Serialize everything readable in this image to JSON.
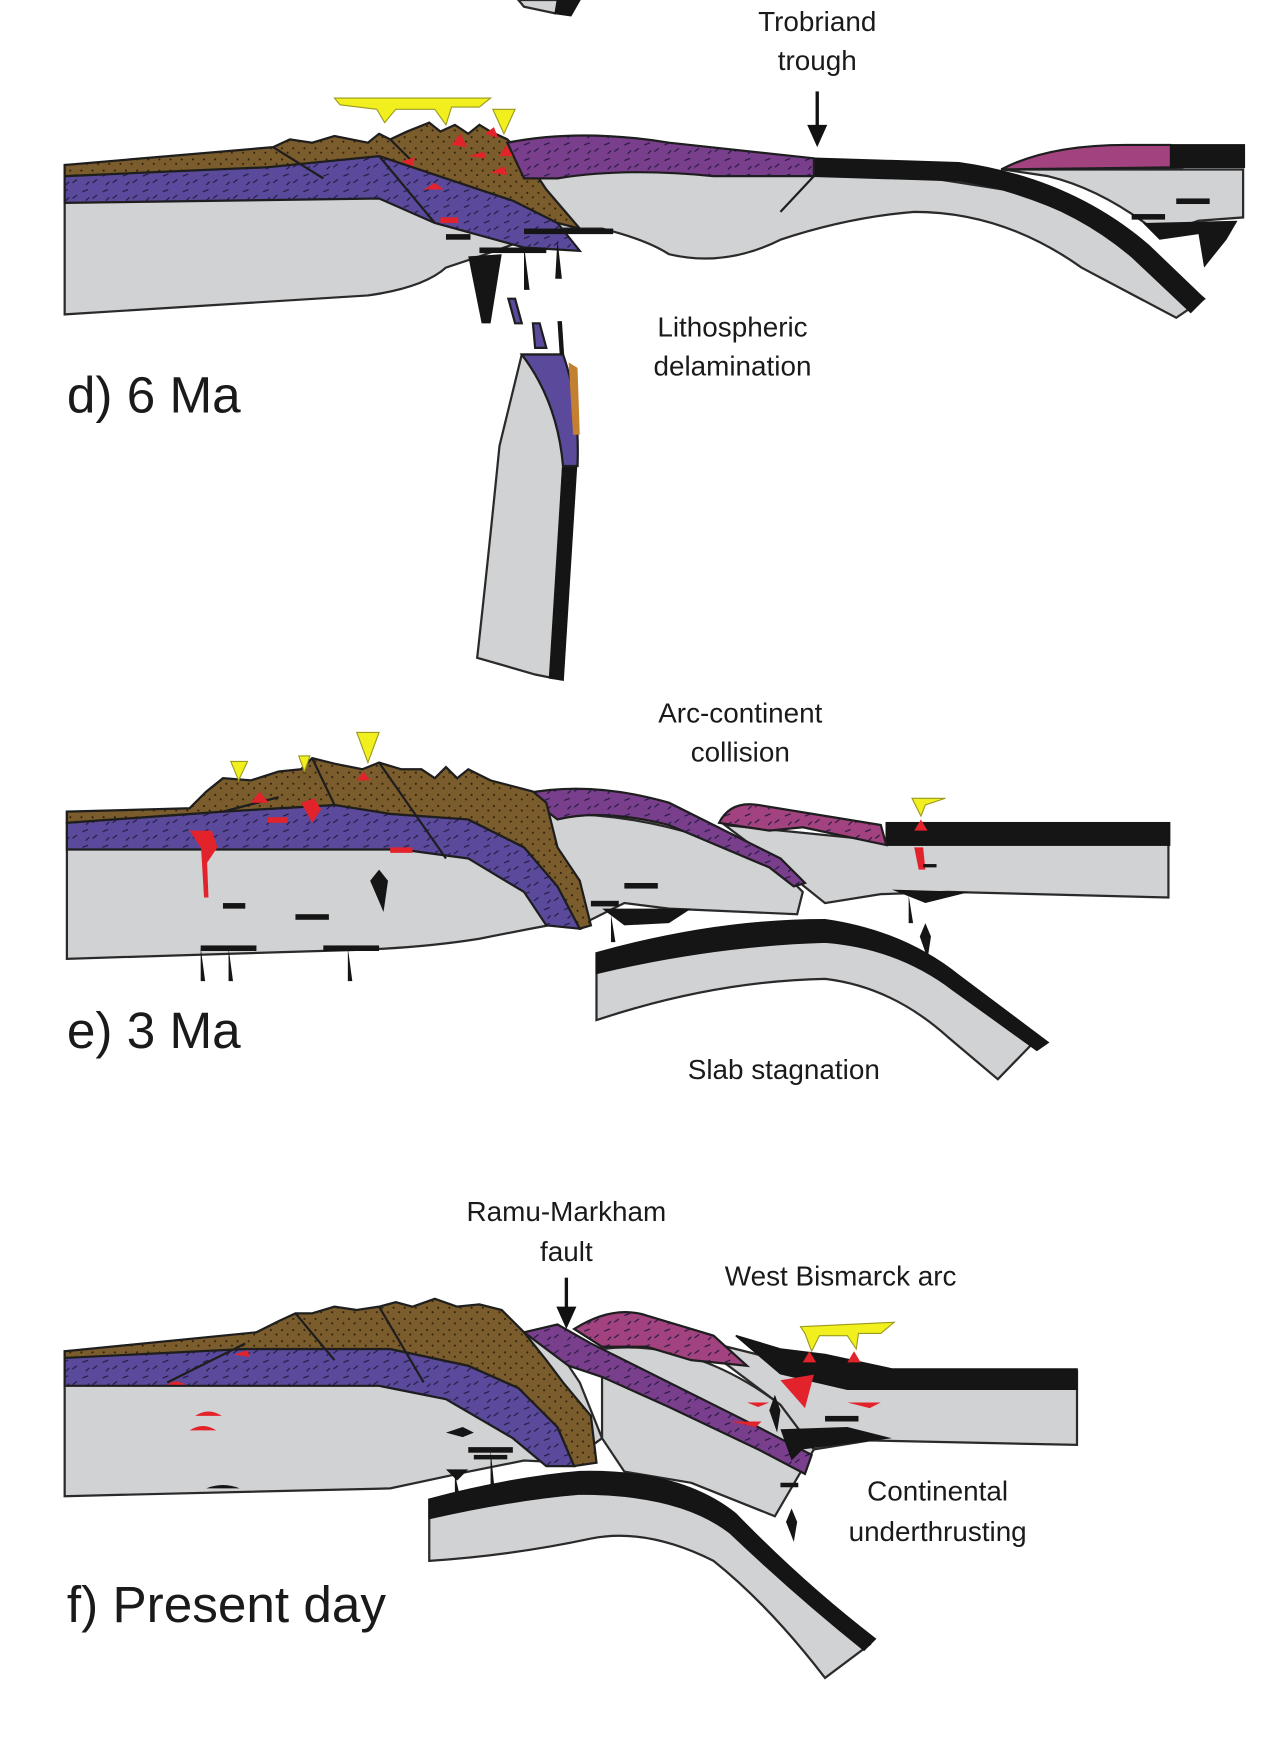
{
  "figure": {
    "panels": [
      {
        "id": "d",
        "label": "d) 6 Ma",
        "annotations": [
          {
            "text_lines": [
              "Trobriand",
              "trough"
            ],
            "pointer": "down-arrow"
          },
          {
            "text_lines": [
              "Lithospheric",
              "delamination"
            ]
          }
        ]
      },
      {
        "id": "e",
        "label": "e) 3 Ma",
        "annotations": [
          {
            "text_lines": [
              "Arc-continent",
              "collision"
            ]
          },
          {
            "text_lines": [
              "Slab stagnation"
            ]
          }
        ]
      },
      {
        "id": "f",
        "label": "f) Present day",
        "annotations": [
          {
            "text_lines": [
              "Ramu-Markham",
              "fault"
            ],
            "pointer": "down-arrow"
          },
          {
            "text_lines": [
              "West Bismarck arc"
            ]
          },
          {
            "text_lines": [
              "Continental",
              "underthrusting"
            ]
          }
        ]
      }
    ],
    "colors": {
      "lithosphere": "#d1d2d4",
      "oceanic_crust": "#151515",
      "sediments": "#7b5c2c",
      "continental_crust": "#5b4a9c",
      "arc_crust": "#7a3f8c",
      "arc_crust_2": "#a2427e",
      "volcanics": "#f2ef1e",
      "intrusions": "#e2232b"
    }
  }
}
